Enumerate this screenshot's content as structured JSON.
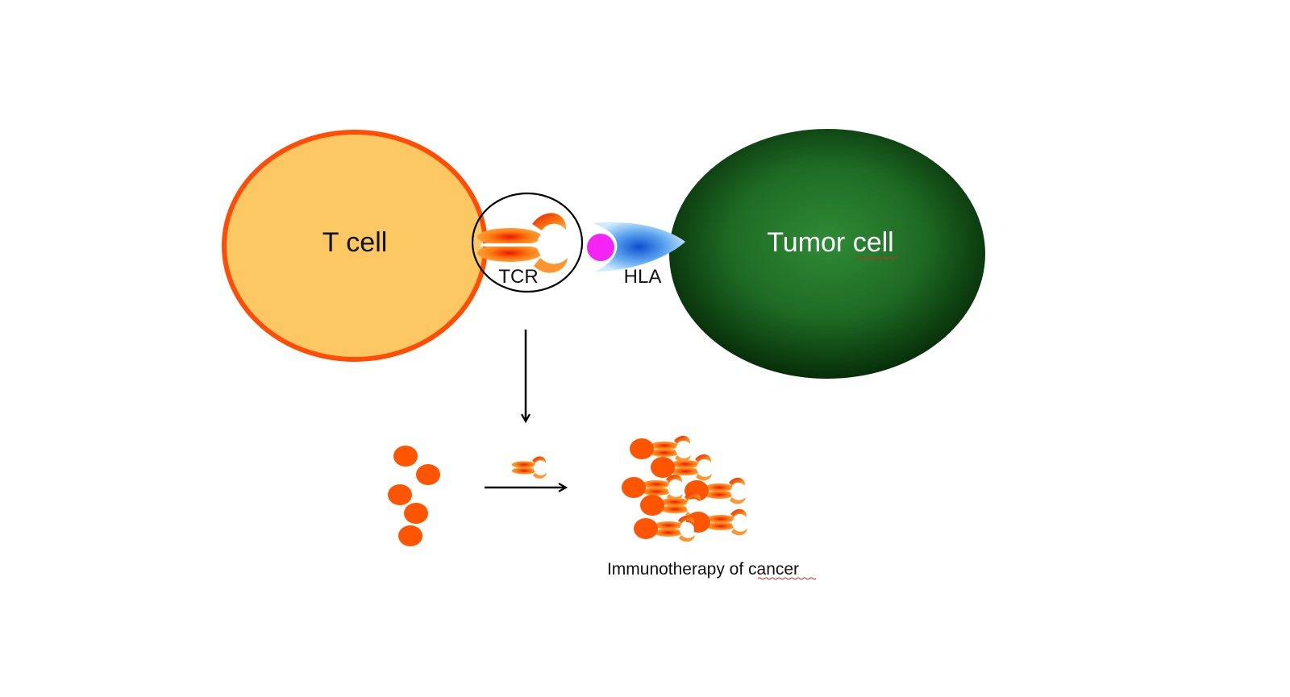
{
  "diagram": {
    "t_cell_label": "T cell",
    "tcr_label": "TCR",
    "hla_label": "HLA",
    "tumor_cell_label": "Tumor cell",
    "caption": "Immunotherapy of cancer"
  },
  "colors": {
    "t_cell_fill": "#FCC864",
    "t_cell_border": "#FF4D06",
    "tumor_center": "#2E8B34",
    "tumor_edge": "#062E08",
    "tcr_orange": "#FF5A00",
    "tcr_light": "#FFAA40",
    "peptide": "#F425F4",
    "hla_blue": "#1E63D8",
    "hla_light": "#BFE6FF",
    "small_cell": "#FF5400",
    "arrow": "#000000",
    "label_light": "#ffffff",
    "label_dark": "#111111"
  }
}
